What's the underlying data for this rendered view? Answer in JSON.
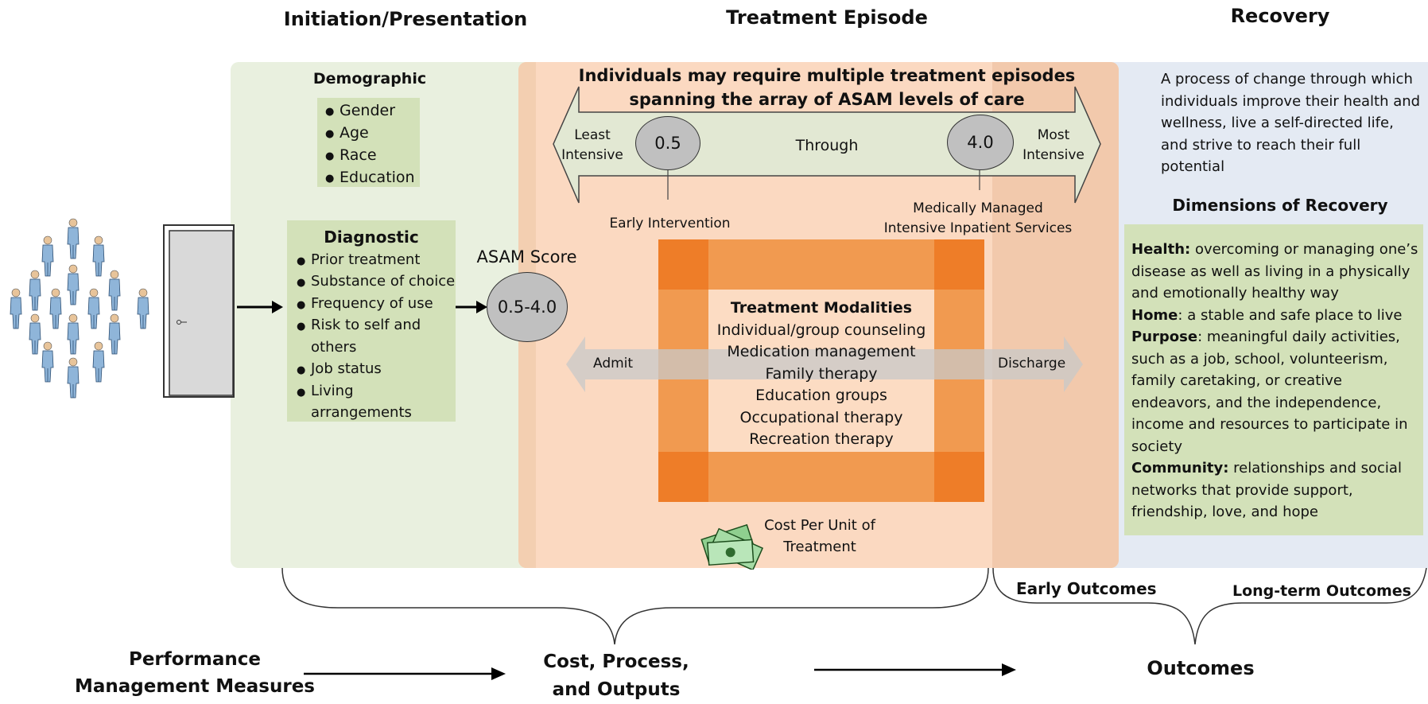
{
  "headers": {
    "initiation": "Initiation/Presentation",
    "treatment": "Treatment Episode",
    "recovery": "Recovery"
  },
  "demographic": {
    "title": "Demographic",
    "items": [
      "Gender",
      "Age",
      "Race",
      "Education"
    ]
  },
  "diagnostic": {
    "title": "Diagnostic",
    "items": [
      "Prior treatment",
      "Substance of choice",
      "Frequency of use",
      "Risk to self and others",
      "Job status",
      "Living arrangements"
    ]
  },
  "asam": {
    "label": "ASAM Score",
    "range": "0.5-4.0"
  },
  "episode": {
    "title_line1": "Individuals may require multiple treatment episodes",
    "title_line2": "spanning the array of ASAM levels of care",
    "least_line1": "Least",
    "least_line2": "Intensive",
    "most_line1": "Most",
    "most_line2": "Intensive",
    "through": "Through",
    "low_level": "0.5",
    "high_level": "4.0",
    "early_intervention": "Early Intervention",
    "medically_managed_line1": "Medically Managed",
    "medically_managed_line2": "Intensive Inpatient Services"
  },
  "modalities": {
    "title": "Treatment Modalities",
    "items": [
      "Individual/group counseling",
      "Medication management",
      "Family therapy",
      "Education groups",
      "Occupational therapy",
      "Recreation therapy"
    ]
  },
  "flow": {
    "admit": "Admit",
    "discharge": "Discharge"
  },
  "cost": {
    "line1": "Cost Per Unit of",
    "line2": "Treatment"
  },
  "recovery": {
    "description": "A process of change through which individuals improve their health and wellness, live a self-directed life, and strive to reach their full potential",
    "dimensions_title": "Dimensions of Recovery",
    "dimensions": [
      {
        "term": "Health:",
        "text": " overcoming or managing one’s disease as well as living in a physically and emotionally healthy way"
      },
      {
        "term": "Home",
        "text": ": a stable and safe place to live"
      },
      {
        "term": "Purpose",
        "text": ": meaningful daily activities, such as a job, school, volunteerism, family caretaking, or creative endeavors, and the independence, income and resources to participate in society"
      },
      {
        "term": "Community:",
        "text": " relationships and social networks that provide support, friendship, love, and hope"
      }
    ]
  },
  "outcomes": {
    "early": "Early Outcomes",
    "long_term": "Long-term Outcomes"
  },
  "bottom": {
    "pmm_line1": "Performance",
    "pmm_line2": "Management Measures",
    "cpo_line1": "Cost, Process,",
    "cpo_line2": "and Outputs",
    "outcomes": "Outcomes"
  },
  "colors": {
    "green_panel": "#e9f0df",
    "green_box": "#d3e1b9",
    "peach_panel": "#fbd9c1",
    "blue_panel": "#e4eaf3",
    "orange_dark": "#ee7d28",
    "orange_mid": "#f19a50",
    "gray_oval": "#c0c0c0",
    "person_blue": "#8fb5d9"
  }
}
